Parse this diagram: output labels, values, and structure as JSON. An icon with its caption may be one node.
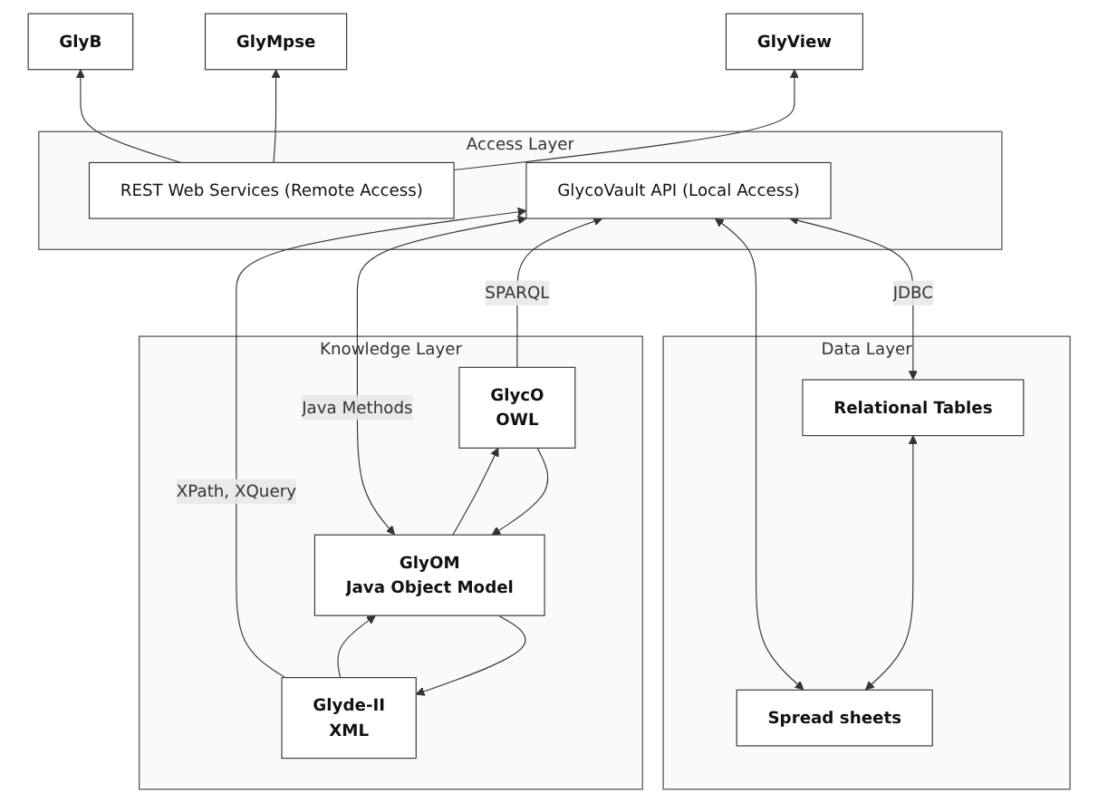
{
  "diagram": {
    "nodes": [
      {
        "text": [
          "GlyB"
        ]
      },
      {
        "text": [
          "GlyMpse"
        ]
      },
      {
        "text": [
          "GlyView"
        ]
      },
      {
        "text": [
          "Access Layer"
        ]
      },
      {
        "text": [
          "REST Web Services (Remote Access)"
        ],
        "in": 3
      },
      {
        "text": [
          "GlycoVault API (Local Access)"
        ],
        "in": 3
      },
      {
        "text": [
          "Knowledge Layer"
        ]
      },
      {
        "text": [
          "Glyde-II",
          "XML"
        ],
        "in": 6
      },
      {
        "text": [
          "GlyOM",
          "Java Object Model"
        ],
        "in": 6
      },
      {
        "text": [
          "GlycO",
          "OWL"
        ],
        "in": 6
      },
      {
        "text": [
          "Data Layer"
        ]
      },
      {
        "text": [
          "Spread sheets"
        ],
        "in": 10
      },
      {
        "text": [
          "Relational Tables"
        ],
        "in": 10
      }
    ],
    "edges": [
      {
        "from": 4,
        "to": 0,
        "arrow": "to"
      },
      {
        "from": 4,
        "to": 1,
        "arrow": "to"
      },
      {
        "from": 4,
        "to": 2,
        "arrow": "to"
      },
      {
        "from": 7,
        "to": 5,
        "arrow": "to",
        "label": "XPath, XQuery"
      },
      {
        "from": 8,
        "to": 5,
        "arrow": "both",
        "label": "Java Methods"
      },
      {
        "from": 9,
        "to": 5,
        "arrow": "to",
        "label": "SPARQL"
      },
      {
        "from": 7,
        "to": 8,
        "arrow": "to"
      },
      {
        "from": 8,
        "to": 7,
        "arrow": "to"
      },
      {
        "from": 8,
        "to": 9,
        "arrow": "to"
      },
      {
        "from": 9,
        "to": 8,
        "arrow": "to"
      },
      {
        "from": 11,
        "to": 5,
        "arrow": "both"
      },
      {
        "from": 12,
        "to": 5,
        "arrow": "both",
        "label": "JDBC"
      },
      {
        "from": 11,
        "to": 12,
        "arrow": "both"
      }
    ]
  }
}
